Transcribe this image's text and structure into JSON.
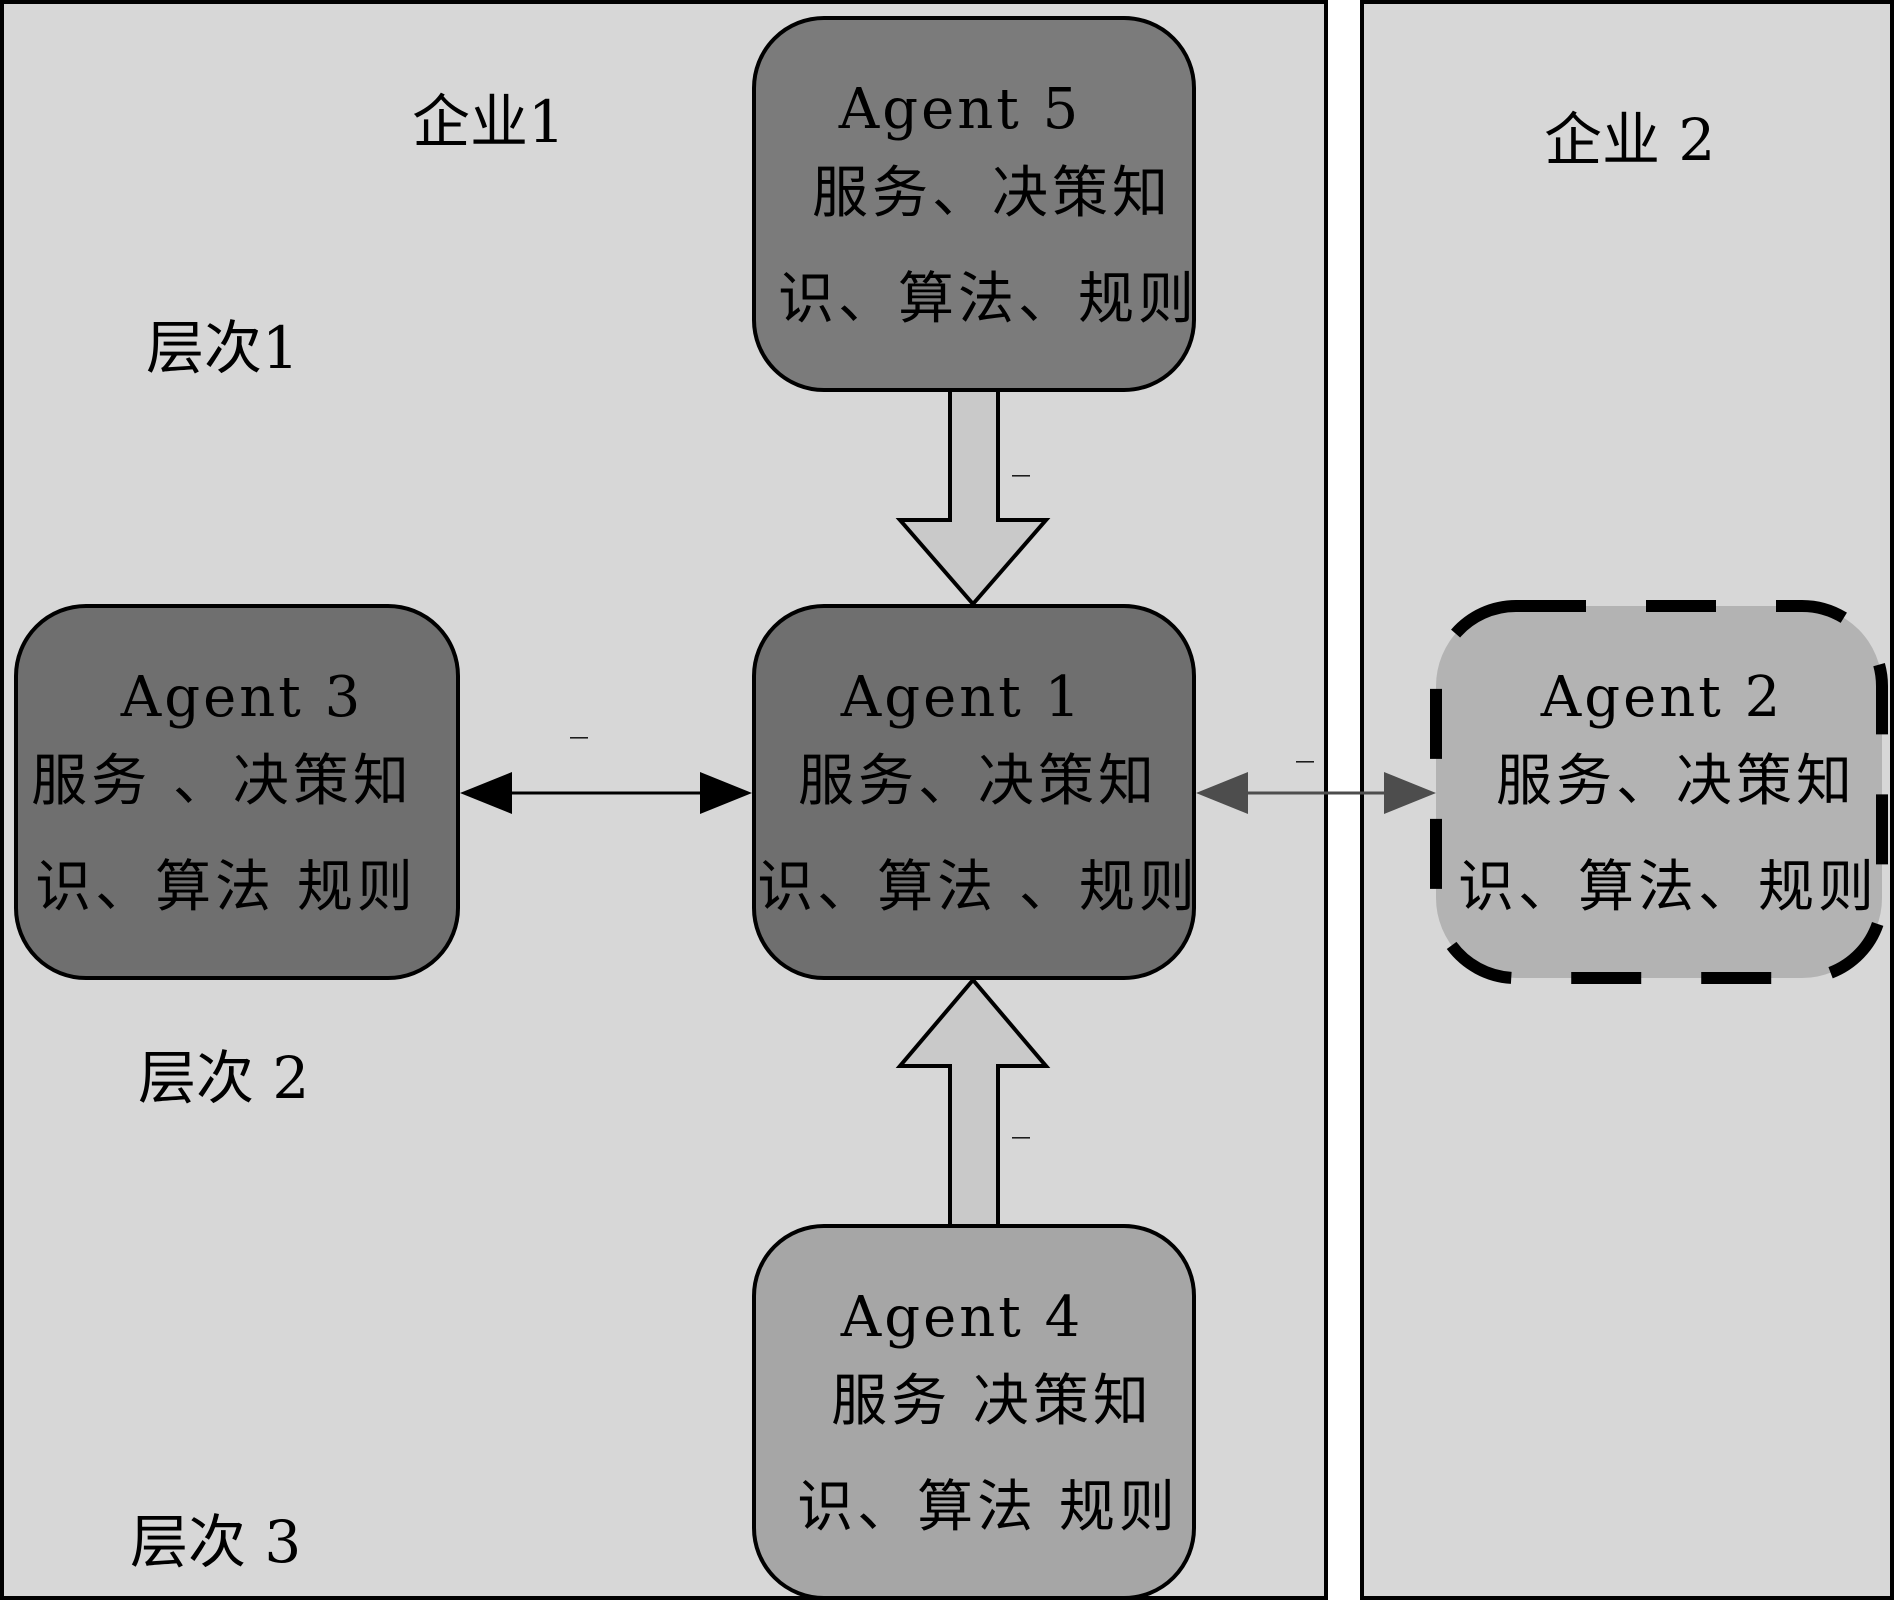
{
  "panels": {
    "enterprise1": {
      "label": "企业1"
    },
    "enterprise2": {
      "label": "企业 2"
    }
  },
  "levels": {
    "level1": "层次1",
    "level2": "层次 2",
    "level3": "层次 3"
  },
  "agents": {
    "agent5": {
      "title": "Agent 5",
      "line1": "服务、决策知",
      "line2": "识、算法、规则"
    },
    "agent3": {
      "title": "Agent 3",
      "line1": "服务 、决策知",
      "line2": "识、算法 规则"
    },
    "agent1": {
      "title": "Agent 1",
      "line1": "服务、决策知",
      "line2": "识、算法 、规则"
    },
    "agent2": {
      "title": "Agent 2",
      "line1": "服务、决策知",
      "line2": "识、算法、规则"
    },
    "agent4": {
      "title": "Agent 4",
      "line1": "服务 决策知",
      "line2": "识、算法 规则"
    }
  },
  "edge_marks": {
    "agent5_to_agent1": "_",
    "agent3_agent1": "_",
    "agent1_agent2": "_",
    "agent4_to_agent1": "_"
  },
  "colors": {
    "panel_fill": "#d7d7d7",
    "agent_dark": "#6f6f6f",
    "agent_mid": "#7b7b7b",
    "agent_light": "#a6a6a6",
    "agent_external": "#b3b3b3",
    "block_arrow": "#c9c9c9",
    "line_arrow": "#4d4d4d"
  }
}
